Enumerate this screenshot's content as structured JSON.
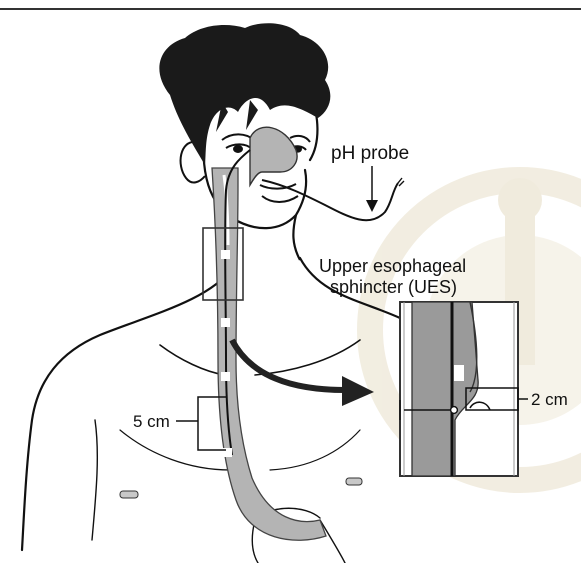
{
  "labels": {
    "ph_probe": "pH probe",
    "ues_line1": "Upper esophageal",
    "ues_line2": "sphincter (UES)",
    "five_cm": "5 cm",
    "two_cm": "2 cm"
  },
  "colors": {
    "ink": "#111111",
    "esophagus_fill": "#b4b4b4",
    "hair": "#1a1a1a",
    "watermark": "#f3efe2",
    "background": "#ffffff"
  }
}
